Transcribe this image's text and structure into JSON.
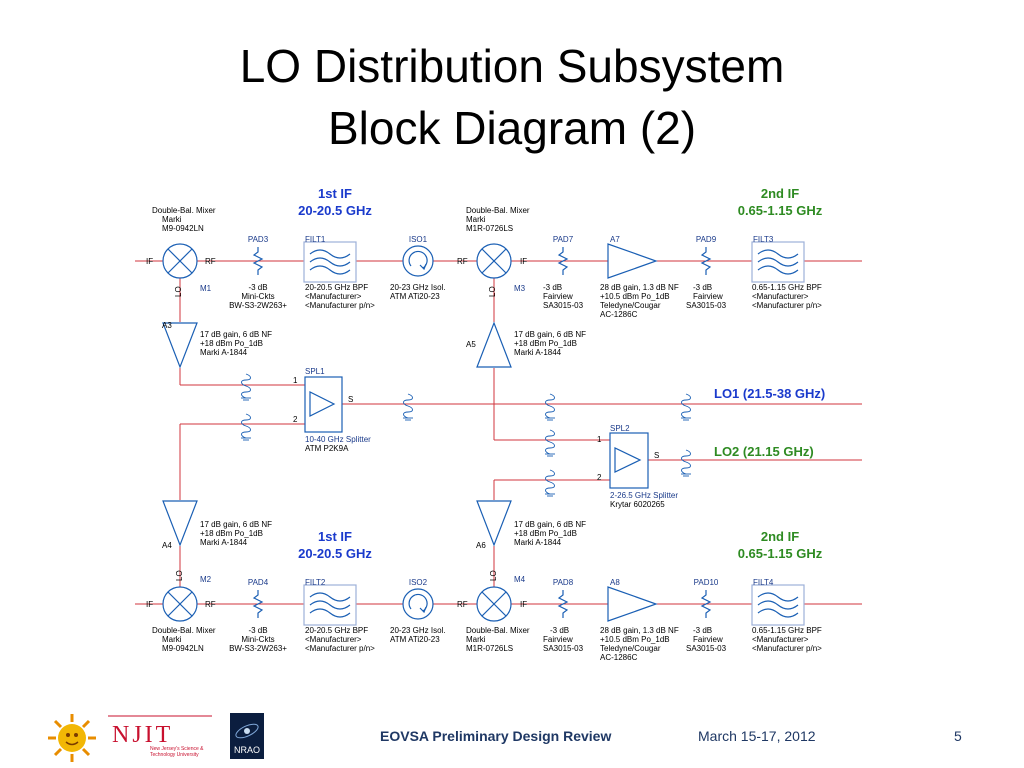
{
  "title_line1": "LO Distribution Subsystem",
  "title_line2": "Block Diagram (2)",
  "if_labels": {
    "first_if": "1st IF",
    "first_if_range": "20-20.5 GHz",
    "second_if": "2nd IF",
    "second_if_range": "0.65-1.15 GHz"
  },
  "ports": {
    "if": "IF",
    "rf": "RF",
    "lo": "LO"
  },
  "top_chain": {
    "mixer1": {
      "l1": "Double-Bal. Mixer",
      "l2": "Marki",
      "l3": "M9-0942LN",
      "ref": "M1"
    },
    "pad3": {
      "ref": "PAD3",
      "l1": "-3 dB",
      "l2": "Mini-Ckts",
      "l3": "BW-S3-2W263+"
    },
    "filt1": {
      "ref": "FILT1",
      "l1": "20-20.5 GHz BPF",
      "l2": "<Manufacturer>",
      "l3": "<Manufacturer p/n>"
    },
    "iso1": {
      "ref": "ISO1",
      "l1": "20-23 GHz Isol.",
      "l2": "ATM     ATi20-23"
    },
    "mixer3": {
      "l1": "Double-Bal. Mixer",
      "l2": "Marki",
      "l3": "M1R-0726LS",
      "ref": "M3"
    },
    "pad7": {
      "ref": "PAD7",
      "l1": "-3 dB",
      "l2": "Fairview",
      "l3": "SA3015-03"
    },
    "amp7": {
      "ref": "A7",
      "l1": "28 dB gain, 1.3 dB NF",
      "l2": "+10.5 dBm Po_1dB",
      "l3": "Teledyne/Cougar",
      "l4": "AC-1286C"
    },
    "pad9": {
      "ref": "PAD9",
      "l1": "-3 dB",
      "l2": "Fairview",
      "l3": "SA3015-03"
    },
    "filt3": {
      "ref": "FILT3",
      "l1": "0.65-1.15 GHz BPF",
      "l2": "<Manufacturer>",
      "l3": "<Manufacturer p/n>"
    }
  },
  "bottom_chain": {
    "mixer2": {
      "l1": "Double-Bal. Mixer",
      "l2": "Marki",
      "l3": "M9-0942LN",
      "ref": "M2"
    },
    "pad4": {
      "ref": "PAD4",
      "l1": "-3 dB",
      "l2": "Mini-Ckts",
      "l3": "BW-S3-2W263+"
    },
    "filt2": {
      "ref": "FILT2",
      "l1": "20-20.5 GHz BPF",
      "l2": "<Manufacturer>",
      "l3": "<Manufacturer p/n>"
    },
    "iso2": {
      "ref": "ISO2",
      "l1": "20-23 GHz Isol.",
      "l2": "ATM     ATi20-23"
    },
    "mixer4": {
      "l1": "Double-Bal. Mixer",
      "l2": "Marki",
      "l3": "M1R-0726LS",
      "ref": "M4"
    },
    "pad8": {
      "ref": "PAD8",
      "l1": "-3 dB",
      "l2": "Fairview",
      "l3": "SA3015-03"
    },
    "amp8": {
      "ref": "A8",
      "l1": "28 dB gain, 1.3 dB NF",
      "l2": "+10.5 dBm Po_1dB",
      "l3": "Teledyne/Cougar",
      "l4": "AC-1286C"
    },
    "pad10": {
      "ref": "PAD10",
      "l1": "-3 dB",
      "l2": "Fairview",
      "l3": "SA3015-03"
    },
    "filt4": {
      "ref": "FILT4",
      "l1": "0.65-1.15 GHz BPF",
      "l2": "<Manufacturer>",
      "l3": "<Manufacturer p/n>"
    }
  },
  "lo_amps": {
    "a3": {
      "ref": "A3",
      "l1": "17 dB gain, 6 dB NF",
      "l2": "+18 dBm Po_1dB",
      "l3": "Marki   A-1844"
    },
    "a5": {
      "ref": "A5",
      "l1": "17 dB gain, 6 dB NF",
      "l2": "+18 dBm Po_1dB",
      "l3": "Marki   A-1844"
    },
    "a4": {
      "ref": "A4",
      "l1": "17 dB gain, 6 dB NF",
      "l2": "+18 dBm Po_1dB",
      "l3": "Marki   A-1844"
    },
    "a6": {
      "ref": "A6",
      "l1": "17 dB gain, 6 dB NF",
      "l2": "+18 dBm Po_1dB",
      "l3": "Marki   A-1844"
    }
  },
  "splitters": {
    "spl1": {
      "ref": "SPL1",
      "l1": "10-40 GHz Splitter",
      "l2": "ATM     P2K9A",
      "p1": "1",
      "p2": "2",
      "s": "S"
    },
    "spl2": {
      "ref": "SPL2",
      "l1": "2-26.5 GHz Splitter",
      "l2": "Krytar  6020265",
      "p1": "1",
      "p2": "2",
      "s": "S"
    }
  },
  "lo_inputs": {
    "lo1": "LO1  (21.5-38 GHz)",
    "lo2": "LO2  (21.15 GHz)"
  },
  "footer": {
    "review": "EOVSA Preliminary Design Review",
    "date": "March 15-17, 2012",
    "page": "5",
    "njit_name": "NJIT",
    "njit_sub1": "New Jersey's Science &",
    "njit_sub2": "Technology University",
    "nrao": "NRAO"
  },
  "colors": {
    "wire": "#d1363e",
    "component": "#1a5fb4",
    "text": "#1a3a8a",
    "green": "#2e8b22",
    "black": "#000000"
  }
}
